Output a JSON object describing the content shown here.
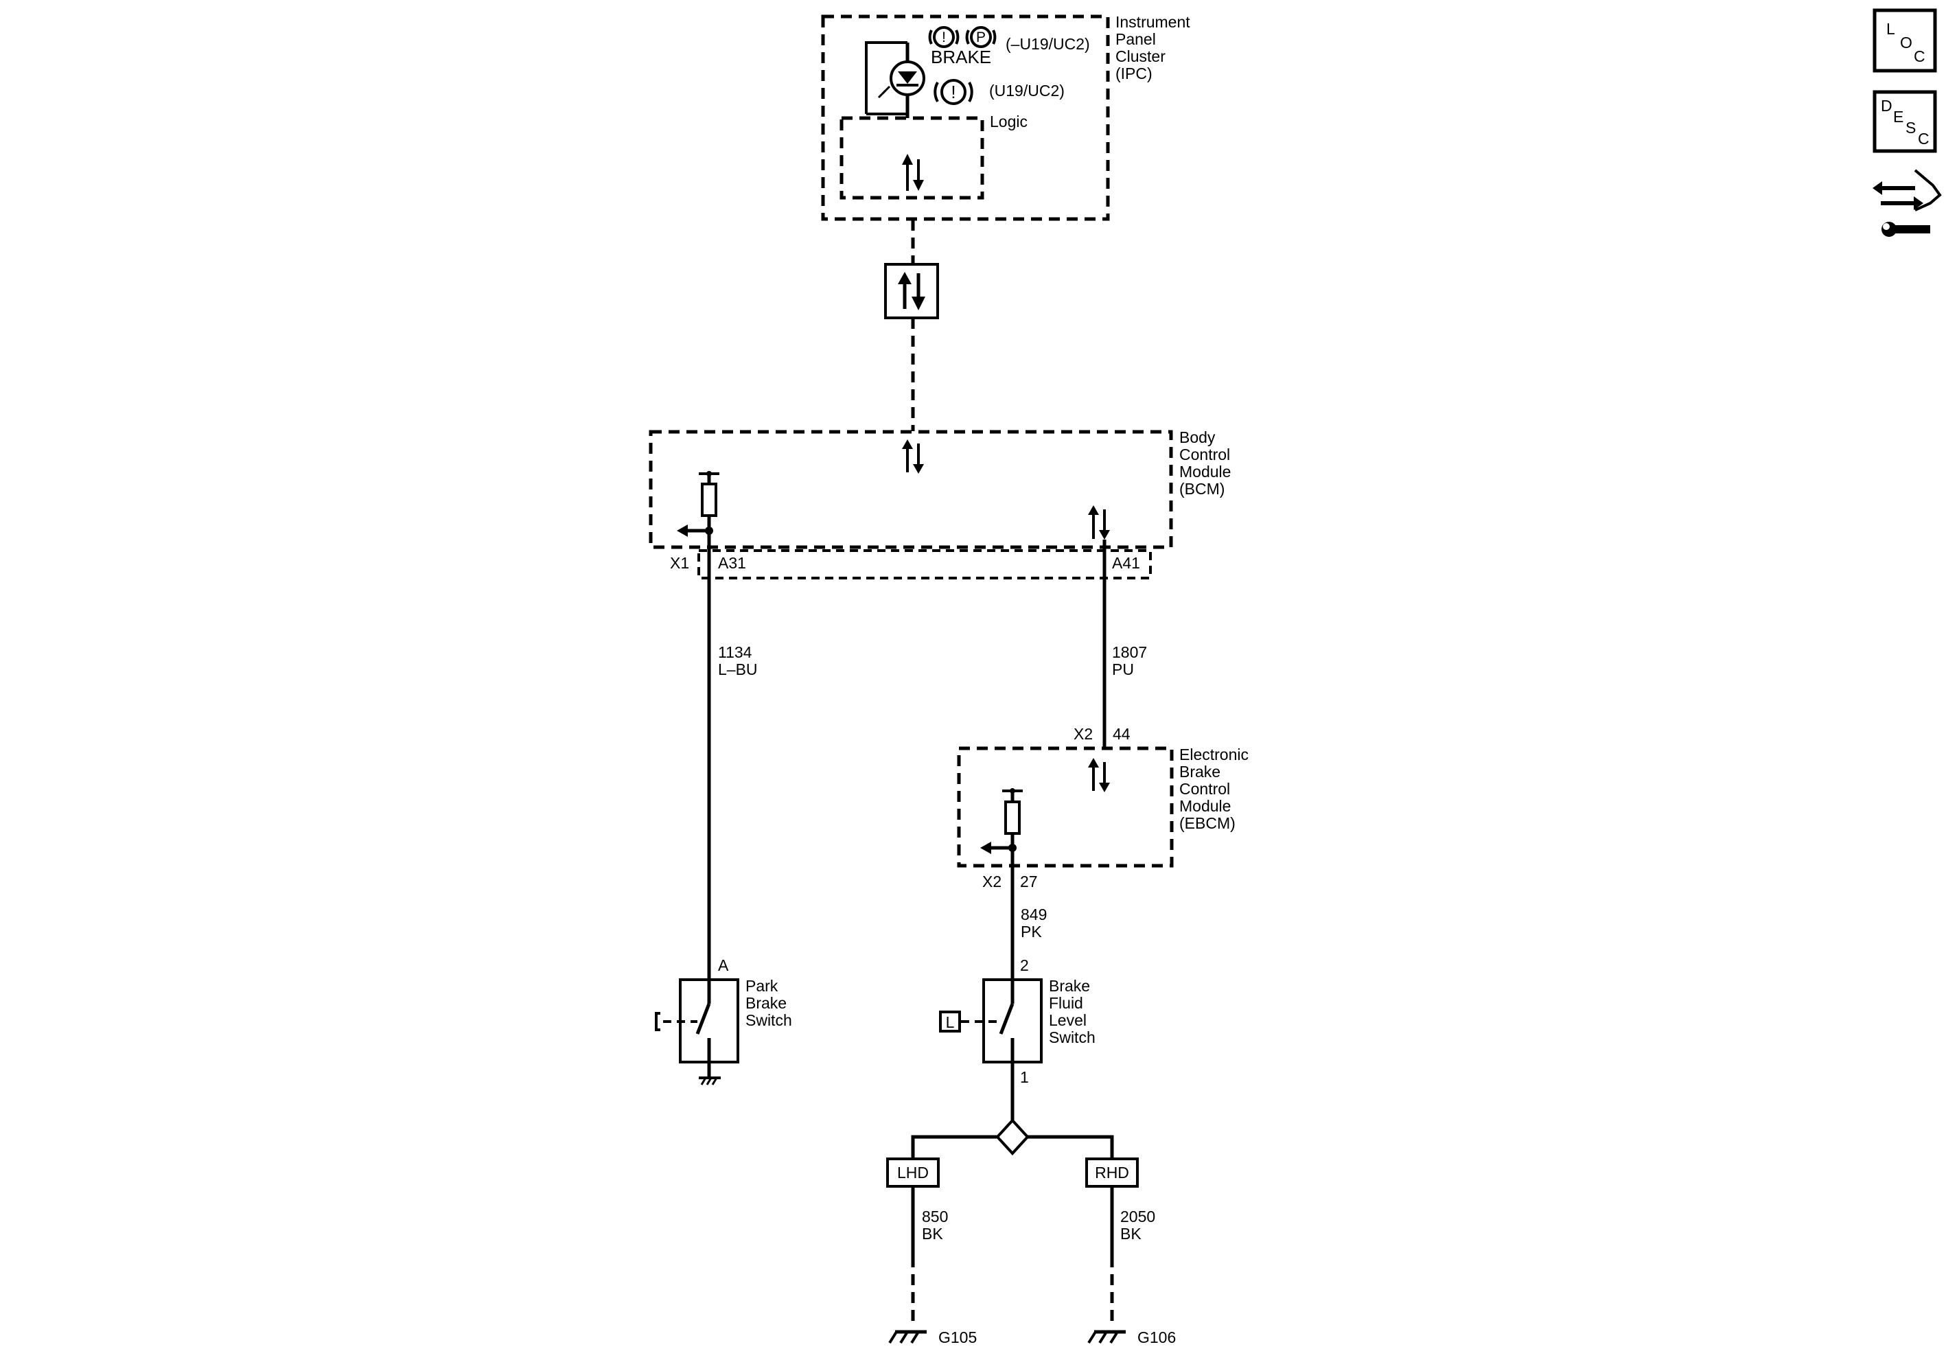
{
  "ipc": {
    "name_lines": [
      "Instrument",
      "Panel",
      "Cluster",
      "(IPC)"
    ],
    "indicator_label": "BRAKE",
    "option_1": "(–U19/UC2)",
    "option_2": "(U19/UC2)",
    "logic_label": "Logic",
    "exclaim_glyph": "!",
    "park_glyph": "P"
  },
  "bcm": {
    "name_lines": [
      "Body",
      "Control",
      "Module",
      "(BCM)"
    ],
    "connector": "X1",
    "pin_left": "A31",
    "pin_right": "A41"
  },
  "ebcm": {
    "name_lines": [
      "Electronic",
      "Brake",
      "Control",
      "Module",
      "(EBCM)"
    ],
    "top_connector": "X2",
    "top_pin": "44",
    "bottom_connector": "X2",
    "bottom_pin": "27"
  },
  "wires": {
    "park_brake": {
      "circuit": "1134",
      "color": "L–BU"
    },
    "serial_data": {
      "circuit": "1807",
      "color": "PU"
    },
    "fluid_level": {
      "circuit": "849",
      "color": "PK"
    },
    "lhd_ground": {
      "circuit": "850",
      "color": "BK"
    },
    "rhd_ground": {
      "circuit": "2050",
      "color": "BK"
    }
  },
  "park_brake_switch": {
    "name_lines": [
      "Park",
      "Brake",
      "Switch"
    ],
    "pin": "A"
  },
  "brake_fluid_switch": {
    "name_lines": [
      "Brake",
      "Fluid",
      "Level",
      "Switch"
    ],
    "pin_top": "2",
    "pin_bottom": "1",
    "loc_tag": "L"
  },
  "options": {
    "lhd": "LHD",
    "rhd": "RHD"
  },
  "grounds": {
    "left": "G105",
    "right": "G106"
  },
  "side_buttons": {
    "loc": {
      "l1": "L",
      "l2": "O",
      "l3": "C"
    },
    "desc": {
      "l1": "D",
      "l2": "E",
      "l3": "S",
      "l4": "C"
    }
  }
}
